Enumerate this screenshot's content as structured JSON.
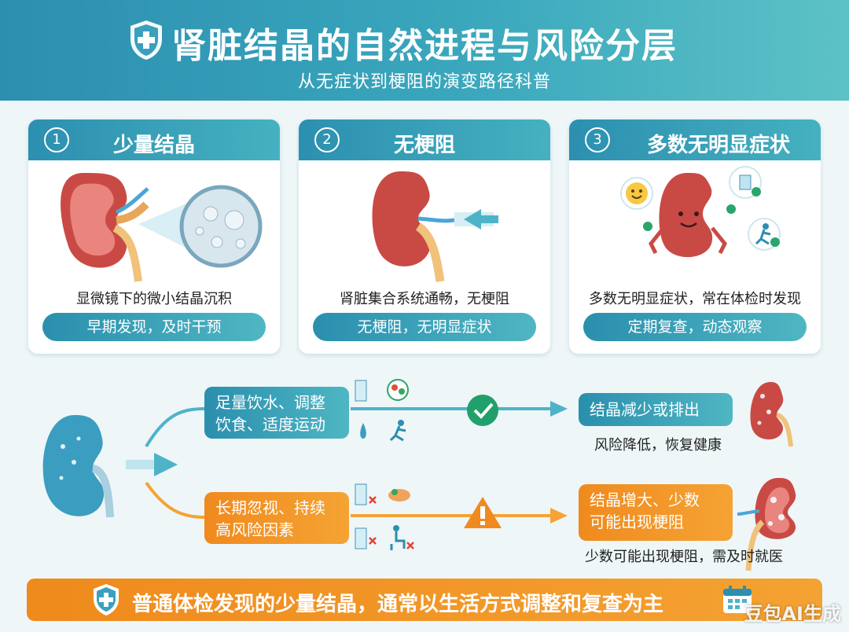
{
  "header": {
    "title": "肾脏结晶的自然进程与风险分层",
    "subtitle": "从无症状到梗阻的演变路径科普"
  },
  "cards": [
    {
      "num": "1",
      "title": "少量结晶",
      "desc": "显微镜下的微小结晶沉积",
      "pill": "早期发现，及时干预"
    },
    {
      "num": "2",
      "title": "无梗阻",
      "desc": "肾脏集合系统通畅，无梗阻",
      "pill": "无梗阻，无明显症状"
    },
    {
      "num": "3",
      "title": "多数无明显症状",
      "desc": "多数无明显症状，常在体检时发现",
      "pill": "定期复查，动态观察"
    }
  ],
  "flow": {
    "good_action": [
      "足量饮水、调整",
      "饮食、适度运动"
    ],
    "good_result": "结晶减少或排出",
    "good_note": "风险降低，恢复健康",
    "bad_action": [
      "长期忽视、持续",
      "高风险因素"
    ],
    "bad_result": [
      "结晶增大、少数",
      "可能出现梗阻"
    ],
    "bad_note": "少数可能出现梗阻，需及时就医"
  },
  "banner": {
    "text": "普通体检发现的少量结晶，通常以生活方式调整和复查为主"
  },
  "watermark": "豆包AI生成",
  "colors": {
    "teal": "#2c8fb0",
    "orange": "#f08a1e",
    "kidney": "#c94a45",
    "green_check": "#22a06b",
    "warning": "#f08a1e"
  }
}
